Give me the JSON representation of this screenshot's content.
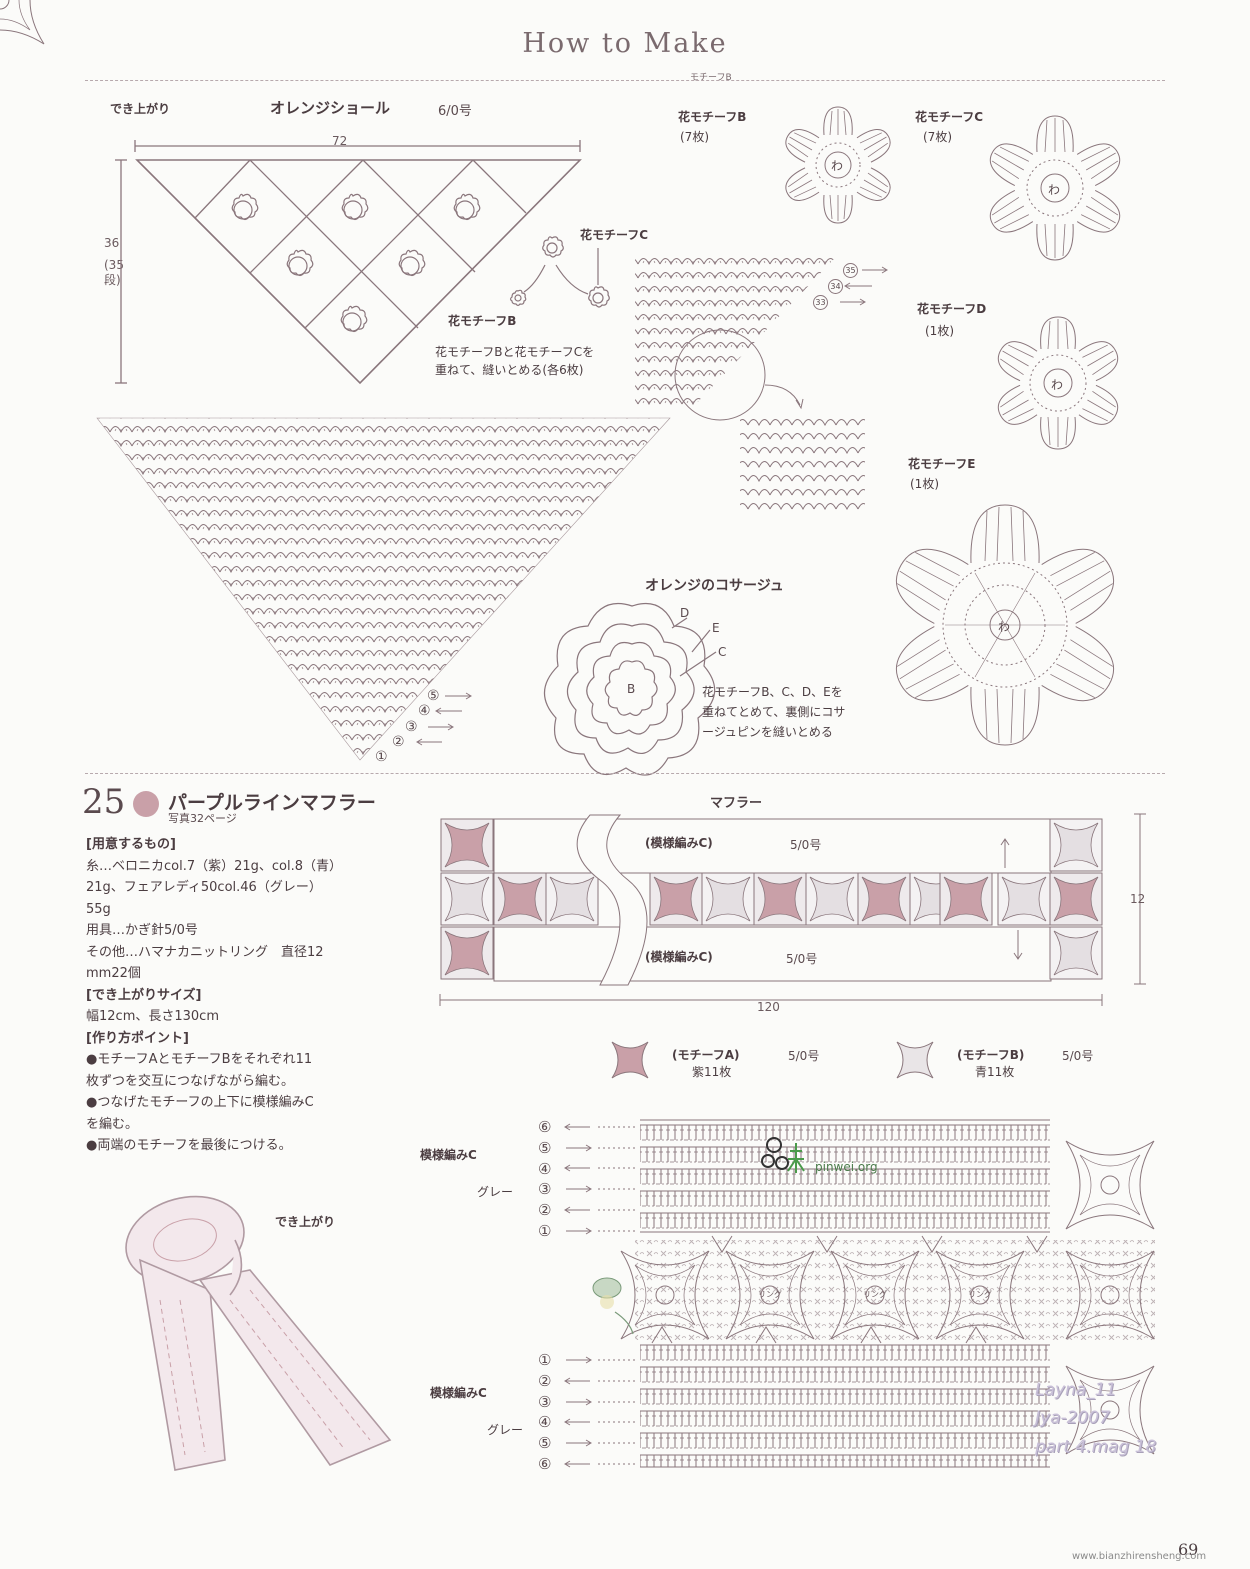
{
  "header": {
    "title": "How to Make",
    "subtitle": "モチーフB"
  },
  "shawl": {
    "done_label": "でき上がり",
    "title": "オレンジショール",
    "hook": "6/0号",
    "width": "72",
    "height": "36",
    "rows": "(35段)",
    "motif_c_label": "花モチーフC",
    "motif_b_label": "花モチーフB",
    "note_line1": "花モチーフBと花モチーフCを",
    "note_line2": "重ねて、縫いとめる(各6枚)",
    "row_35": "35",
    "row_34": "34",
    "row_33": "33",
    "row_5": "⑤",
    "row_4": "④",
    "row_3": "③",
    "row_2": "②",
    "row_1": "①"
  },
  "motifs": {
    "b_title": "花モチーフB",
    "b_count": "(7枚)",
    "c_title": "花モチーフC",
    "c_count": "(7枚)",
    "d_title": "花モチーフD",
    "d_count": "(1枚)",
    "e_title": "花モチーフE",
    "e_count": "(1枚)",
    "center": "わ"
  },
  "corsage": {
    "title": "オレンジのコサージュ",
    "letter_d": "D",
    "letter_e": "E",
    "letter_c": "C",
    "letter_b": "B",
    "note_line1": "花モチーフB、C、D、Eを",
    "note_line2": "重ねてとめて、裏側にコサ",
    "note_line3": "ージュピンを縫いとめる"
  },
  "muffler_item": {
    "number": "25",
    "title": "パープルラインマフラー",
    "photo_ref": "写真32ページ",
    "materials_heading": "[用意するもの]",
    "mat1": "糸…ベロニカcol.7（紫）21g、col.8（青）",
    "mat2": "21g、フェアレディ50col.46（グレー）",
    "mat3": "55g",
    "mat4": "用具…かぎ針5/0号",
    "mat5": "その他…ハマナカニットリング　直径12",
    "mat6": "mm22個",
    "size_heading": "[でき上がりサイズ]",
    "size": "幅12cm、長さ130cm",
    "points_heading": "[作り方ポイント]",
    "p1": "●モチーフAとモチーフBをそれぞれ11",
    "p2": "枚ずつを交互につなげながら編む。",
    "p3": "●つなげたモチーフの上下に模様編みC",
    "p4": "を編む。",
    "p5": "●両端のモチーフを最後につける。",
    "done_label": "でき上がり"
  },
  "muffler_diagram": {
    "title": "マフラー",
    "pattern_top": "(模様編みC)",
    "pattern_top_hook": "5/0号",
    "pattern_bottom": "(模様編みC)",
    "pattern_bottom_hook": "5/0号",
    "height": "12",
    "length": "120",
    "motif_a": "(モチーフA)",
    "motif_a_hook": "5/0号",
    "motif_a_count": "紫11枚",
    "motif_b": "(モチーフB)",
    "motif_b_hook": "5/0号",
    "motif_b_count": "青11枚"
  },
  "chart": {
    "pattern_label_top": "模様編みC",
    "gray_top": "グレー",
    "pattern_label_bottom": "模様編みC",
    "gray_bottom": "グレー",
    "top_rows": [
      "⑥",
      "⑤",
      "④",
      "③",
      "②",
      "①"
    ],
    "bottom_rows": [
      "①",
      "②",
      "③",
      "④",
      "⑤",
      "⑥"
    ],
    "ring": "リング"
  },
  "watermarks": {
    "pinwei": "pinwei.org",
    "sig1": "Layna_11",
    "sig2": "Jya-2007",
    "sig3": "part 4.mag 18"
  },
  "page": {
    "number": "69",
    "url": "www.bianzhirensheng.com"
  },
  "colors": {
    "motif_purple": "#c9a0a8",
    "motif_blue": "#e2dde0",
    "line": "#8a767c"
  }
}
